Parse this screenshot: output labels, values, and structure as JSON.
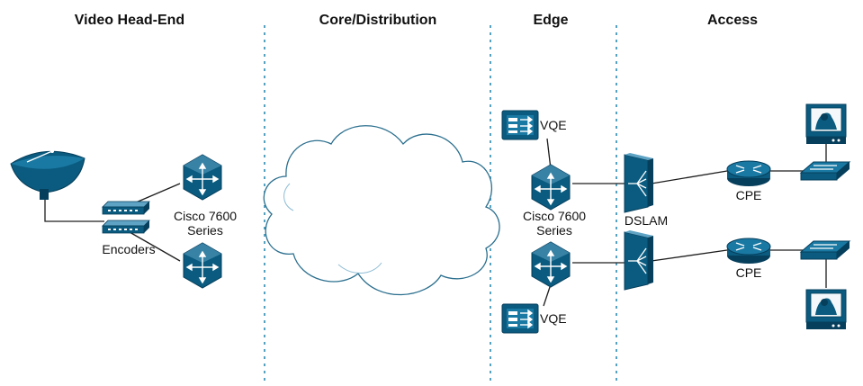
{
  "columns": {
    "video_head_end": "Video Head-End",
    "core_distribution": "Core/Distribution",
    "edge": "Edge",
    "access": "Access"
  },
  "labels": {
    "head_end_router": [
      "Cisco 7600",
      "Series"
    ],
    "encoders": "Encoders",
    "edge_router": [
      "Cisco 7600",
      "Series"
    ],
    "vqe_top": "VQE",
    "vqe_bottom": "VQE",
    "dslam": "DSLAM",
    "cpe_top": "CPE",
    "cpe_bottom": "CPE"
  },
  "colors": {
    "device_blue": "#0a5b7f",
    "device_dark": "#063f5c",
    "device_light": "#5fa3c4",
    "divider": "#2b8ab0",
    "cloud_fill": "#ffffff",
    "cloud_stroke": "#2b6f8e"
  }
}
